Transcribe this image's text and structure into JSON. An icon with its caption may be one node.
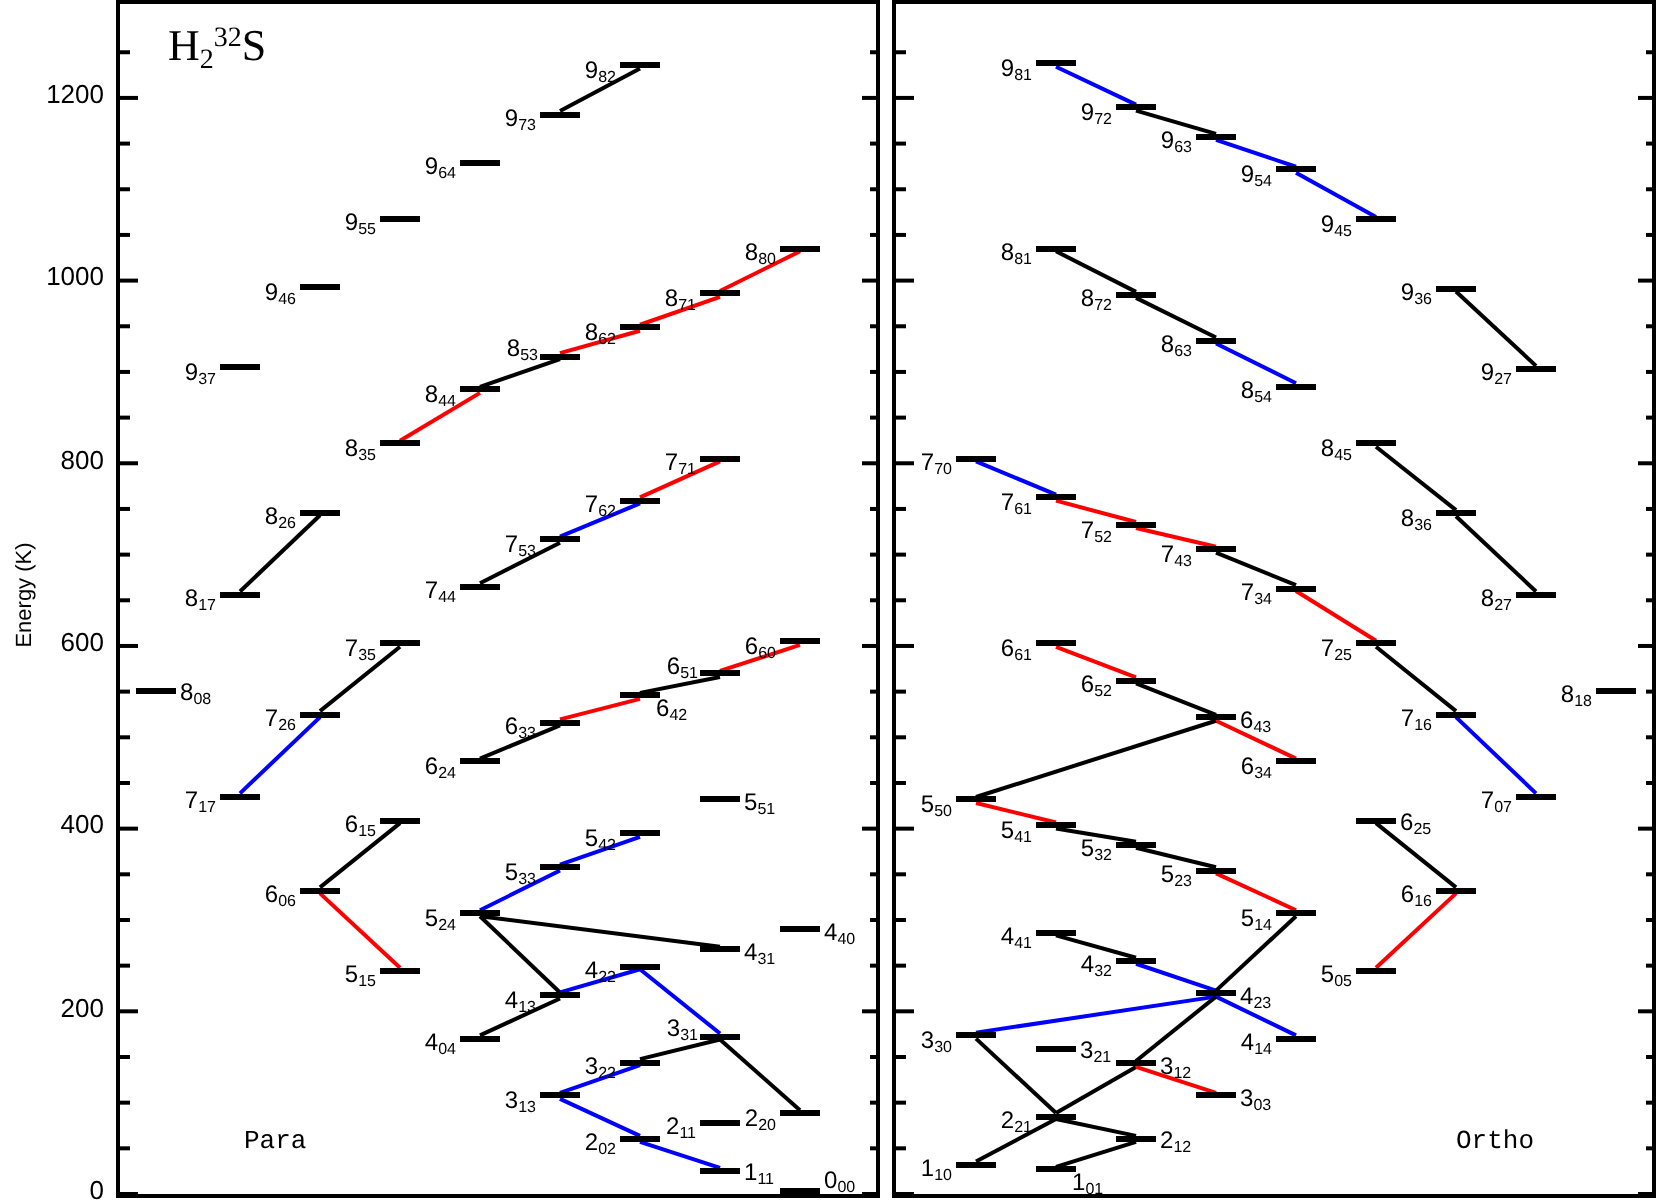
{
  "diagram": {
    "title": "H$_{2}$$^{32}$S",
    "nodes": [
      {
        "text": [
          "Para"
        ]
      },
      {
        "text": [
          "Ortho"
        ]
      },
      {
        "text": [],
        "shape": "bar",
        "in": 0,
        "beside": [
          "8$_{08}$"
        ]
      },
      {
        "text": [],
        "shape": "bar",
        "in": 0,
        "beside": [
          "9$_{37}$"
        ]
      },
      {
        "text": [],
        "shape": "bar",
        "in": 0,
        "beside": [
          "8$_{17}$"
        ]
      },
      {
        "text": [],
        "shape": "bar",
        "in": 0,
        "beside": [
          "7$_{17}$"
        ]
      },
      {
        "text": [],
        "shape": "bar",
        "in": 0,
        "beside": [
          "9$_{46}$"
        ]
      },
      {
        "text": [],
        "shape": "bar",
        "in": 0,
        "beside": [
          "8$_{26}$"
        ]
      },
      {
        "text": [],
        "shape": "bar",
        "in": 0,
        "beside": [
          "7$_{26}$"
        ]
      },
      {
        "text": [],
        "shape": "bar",
        "in": 0,
        "beside": [
          "6$_{06}$"
        ]
      },
      {
        "text": [],
        "shape": "bar",
        "in": 0,
        "beside": [
          "9$_{55}$"
        ]
      },
      {
        "text": [],
        "shape": "bar",
        "in": 0,
        "beside": [
          "8$_{35}$"
        ]
      },
      {
        "text": [],
        "shape": "bar",
        "in": 0,
        "beside": [
          "7$_{35}$"
        ]
      },
      {
        "text": [],
        "shape": "bar",
        "in": 0,
        "beside": [
          "6$_{15}$"
        ]
      },
      {
        "text": [],
        "shape": "bar",
        "in": 0,
        "beside": [
          "5$_{15}$"
        ]
      },
      {
        "text": [],
        "shape": "bar",
        "in": 0,
        "beside": [
          "9$_{64}$"
        ]
      },
      {
        "text": [],
        "shape": "bar",
        "in": 0,
        "beside": [
          "8$_{44}$"
        ]
      },
      {
        "text": [],
        "shape": "bar",
        "in": 0,
        "beside": [
          "7$_{44}$"
        ]
      },
      {
        "text": [],
        "shape": "bar",
        "in": 0,
        "beside": [
          "6$_{24}$"
        ]
      },
      {
        "text": [],
        "shape": "bar",
        "in": 0,
        "beside": [
          "5$_{24}$"
        ]
      },
      {
        "text": [],
        "shape": "bar",
        "in": 0,
        "beside": [
          "4$_{04}$"
        ]
      },
      {
        "text": [],
        "shape": "bar",
        "in": 0,
        "beside": [
          "9$_{73}$"
        ]
      },
      {
        "text": [],
        "shape": "bar",
        "in": 0,
        "beside": [
          "8$_{53}$"
        ]
      },
      {
        "text": [],
        "shape": "bar",
        "in": 0,
        "beside": [
          "7$_{53}$"
        ]
      },
      {
        "text": [],
        "shape": "bar",
        "in": 0,
        "beside": [
          "6$_{33}$"
        ]
      },
      {
        "text": [],
        "shape": "bar",
        "in": 0,
        "beside": [
          "5$_{33}$"
        ]
      },
      {
        "text": [],
        "shape": "bar",
        "in": 0,
        "beside": [
          "4$_{13}$"
        ]
      },
      {
        "text": [],
        "shape": "bar",
        "in": 0,
        "beside": [
          "3$_{13}$"
        ]
      },
      {
        "text": [],
        "shape": "bar",
        "in": 0,
        "beside": [
          "9$_{82}$"
        ]
      },
      {
        "text": [],
        "shape": "bar",
        "in": 0,
        "beside": [
          "8$_{62}$"
        ]
      },
      {
        "text": [],
        "shape": "bar",
        "in": 0,
        "beside": [
          "7$_{62}$"
        ]
      },
      {
        "text": [],
        "shape": "bar",
        "in": 0,
        "beside": [
          "6$_{42}$"
        ]
      },
      {
        "text": [],
        "shape": "bar",
        "in": 0,
        "beside": [
          "5$_{42}$"
        ]
      },
      {
        "text": [],
        "shape": "bar",
        "in": 0,
        "beside": [
          "4$_{22}$"
        ]
      },
      {
        "text": [],
        "shape": "bar",
        "in": 0,
        "beside": [
          "3$_{22}$"
        ]
      },
      {
        "text": [],
        "shape": "bar",
        "in": 0,
        "beside": [
          "2$_{02}$"
        ]
      },
      {
        "text": [],
        "shape": "bar",
        "in": 0,
        "beside": [
          "8$_{71}$"
        ]
      },
      {
        "text": [],
        "shape": "bar",
        "in": 0,
        "beside": [
          "7$_{71}$"
        ]
      },
      {
        "text": [],
        "shape": "bar",
        "in": 0,
        "beside": [
          "6$_{51}$"
        ]
      },
      {
        "text": [],
        "shape": "bar",
        "in": 0,
        "beside": [
          "5$_{51}$"
        ]
      },
      {
        "text": [],
        "shape": "bar",
        "in": 0,
        "beside": [
          "4$_{31}$"
        ]
      },
      {
        "text": [],
        "shape": "bar",
        "in": 0,
        "beside": [
          "3$_{31}$"
        ]
      },
      {
        "text": [],
        "shape": "bar",
        "in": 0,
        "beside": [
          "2$_{11}$"
        ]
      },
      {
        "text": [],
        "shape": "bar",
        "in": 0,
        "beside": [
          "1$_{11}$"
        ]
      },
      {
        "text": [],
        "shape": "bar",
        "in": 0,
        "beside": [
          "8$_{80}$"
        ]
      },
      {
        "text": [],
        "shape": "bar",
        "in": 0,
        "beside": [
          "6$_{60}$"
        ]
      },
      {
        "text": [],
        "shape": "bar",
        "in": 0,
        "beside": [
          "4$_{40}$"
        ]
      },
      {
        "text": [],
        "shape": "bar",
        "in": 0,
        "beside": [
          "2$_{20}$"
        ]
      },
      {
        "text": [],
        "shape": "bar",
        "in": 0,
        "beside": [
          "0$_{00}$"
        ]
      },
      {
        "text": [],
        "shape": "bar",
        "in": 1,
        "beside": [
          "7$_{70}$"
        ]
      },
      {
        "text": [],
        "shape": "bar",
        "in": 1,
        "beside": [
          "5$_{50}$"
        ]
      },
      {
        "text": [],
        "shape": "bar",
        "in": 1,
        "beside": [
          "3$_{30}$"
        ]
      },
      {
        "text": [],
        "shape": "bar",
        "in": 1,
        "beside": [
          "1$_{10}$"
        ]
      },
      {
        "text": [],
        "shape": "bar",
        "in": 1,
        "beside": [
          "9$_{81}$"
        ]
      },
      {
        "text": [],
        "shape": "bar",
        "in": 1,
        "beside": [
          "8$_{81}$"
        ]
      },
      {
        "text": [],
        "shape": "bar",
        "in": 1,
        "beside": [
          "7$_{61}$"
        ]
      },
      {
        "text": [],
        "shape": "bar",
        "in": 1,
        "beside": [
          "6$_{61}$"
        ]
      },
      {
        "text": [],
        "shape": "bar",
        "in": 1,
        "beside": [
          "5$_{41}$"
        ]
      },
      {
        "text": [],
        "shape": "bar",
        "in": 1,
        "beside": [
          "4$_{41}$"
        ]
      },
      {
        "text": [],
        "shape": "bar",
        "in": 1,
        "beside": [
          "3$_{21}$"
        ]
      },
      {
        "text": [],
        "shape": "bar",
        "in": 1,
        "beside": [
          "2$_{21}$"
        ]
      },
      {
        "text": [],
        "shape": "bar",
        "in": 1,
        "beside": [
          "1$_{01}$"
        ]
      },
      {
        "text": [],
        "shape": "bar",
        "in": 1,
        "beside": [
          "9$_{72}$"
        ]
      },
      {
        "text": [],
        "shape": "bar",
        "in": 1,
        "beside": [
          "8$_{72}$"
        ]
      },
      {
        "text": [],
        "shape": "bar",
        "in": 1,
        "beside": [
          "7$_{52}$"
        ]
      },
      {
        "text": [],
        "shape": "bar",
        "in": 1,
        "beside": [
          "6$_{52}$"
        ]
      },
      {
        "text": [],
        "shape": "bar",
        "in": 1,
        "beside": [
          "5$_{32}$"
        ]
      },
      {
        "text": [],
        "shape": "bar",
        "in": 1,
        "beside": [
          "4$_{32}$"
        ]
      },
      {
        "text": [],
        "shape": "bar",
        "in": 1,
        "beside": [
          "3$_{12}$"
        ]
      },
      {
        "text": [],
        "shape": "bar",
        "in": 1,
        "beside": [
          "2$_{12}$"
        ]
      },
      {
        "text": [],
        "shape": "bar",
        "in": 1,
        "beside": [
          "9$_{63}$"
        ]
      },
      {
        "text": [],
        "shape": "bar",
        "in": 1,
        "beside": [
          "8$_{63}$"
        ]
      },
      {
        "text": [],
        "shape": "bar",
        "in": 1,
        "beside": [
          "7$_{43}$"
        ]
      },
      {
        "text": [],
        "shape": "bar",
        "in": 1,
        "beside": [
          "6$_{43}$"
        ]
      },
      {
        "text": [],
        "shape": "bar",
        "in": 1,
        "beside": [
          "5$_{23}$"
        ]
      },
      {
        "text": [],
        "shape": "bar",
        "in": 1,
        "beside": [
          "4$_{23}$"
        ]
      },
      {
        "text": [],
        "shape": "bar",
        "in": 1,
        "beside": [
          "3$_{03}$"
        ]
      },
      {
        "text": [],
        "shape": "bar",
        "in": 1,
        "beside": [
          "9$_{54}$"
        ]
      },
      {
        "text": [],
        "shape": "bar",
        "in": 1,
        "beside": [
          "8$_{54}$"
        ]
      },
      {
        "text": [],
        "shape": "bar",
        "in": 1,
        "beside": [
          "7$_{34}$"
        ]
      },
      {
        "text": [],
        "shape": "bar",
        "in": 1,
        "beside": [
          "6$_{34}$"
        ]
      },
      {
        "text": [],
        "shape": "bar",
        "in": 1,
        "beside": [
          "5$_{14}$"
        ]
      },
      {
        "text": [],
        "shape": "bar",
        "in": 1,
        "beside": [
          "4$_{14}$"
        ]
      },
      {
        "text": [],
        "shape": "bar",
        "in": 1,
        "beside": [
          "9$_{45}$"
        ]
      },
      {
        "text": [],
        "shape": "bar",
        "in": 1,
        "beside": [
          "8$_{45}$"
        ]
      },
      {
        "text": [],
        "shape": "bar",
        "in": 1,
        "beside": [
          "7$_{25}$"
        ]
      },
      {
        "text": [],
        "shape": "bar",
        "in": 1,
        "beside": [
          "6$_{25}$"
        ]
      },
      {
        "text": [],
        "shape": "bar",
        "in": 1,
        "beside": [
          "5$_{05}$"
        ]
      },
      {
        "text": [],
        "shape": "bar",
        "in": 1,
        "beside": [
          "9$_{36}$"
        ]
      },
      {
        "text": [],
        "shape": "bar",
        "in": 1,
        "beside": [
          "8$_{36}$"
        ]
      },
      {
        "text": [],
        "shape": "bar",
        "in": 1,
        "beside": [
          "7$_{16}$"
        ]
      },
      {
        "text": [],
        "shape": "bar",
        "in": 1,
        "beside": [
          "6$_{16}$"
        ]
      },
      {
        "text": [],
        "shape": "bar",
        "in": 1,
        "beside": [
          "9$_{27}$"
        ]
      },
      {
        "text": [],
        "shape": "bar",
        "in": 1,
        "beside": [
          "8$_{27}$"
        ]
      },
      {
        "text": [],
        "shape": "bar",
        "in": 1,
        "beside": [
          "7$_{07}$"
        ]
      },
      {
        "text": [],
        "shape": "bar",
        "in": 1,
        "beside": [
          "8$_{18}$"
        ]
      }
    ],
    "edges": [
      {
        "from": 21,
        "to": 28,
        "arrow": "none"
      },
      {
        "from": 11,
        "to": 16,
        "arrow": "none",
        "color": "#ff0000"
      },
      {
        "from": 16,
        "to": 22,
        "arrow": "none"
      },
      {
        "from": 22,
        "to": 29,
        "arrow": "none",
        "color": "#ff0000"
      },
      {
        "from": 29,
        "to": 36,
        "arrow": "none",
        "color": "#ff0000"
      },
      {
        "from": 36,
        "to": 44,
        "arrow": "none",
        "color": "#ff0000"
      },
      {
        "from": 4,
        "to": 7,
        "arrow": "none"
      },
      {
        "from": 17,
        "to": 23,
        "arrow": "none"
      },
      {
        "from": 23,
        "to": 30,
        "arrow": "none",
        "color": "#0000ff"
      },
      {
        "from": 30,
        "to": 37,
        "arrow": "none",
        "color": "#ff0000"
      },
      {
        "from": 5,
        "to": 8,
        "arrow": "none",
        "color": "#0000ff"
      },
      {
        "from": 8,
        "to": 12,
        "arrow": "none"
      },
      {
        "from": 18,
        "to": 24,
        "arrow": "none"
      },
      {
        "from": 24,
        "to": 31,
        "arrow": "none",
        "color": "#ff0000"
      },
      {
        "from": 31,
        "to": 38,
        "arrow": "none"
      },
      {
        "from": 38,
        "to": 45,
        "arrow": "none",
        "color": "#ff0000"
      },
      {
        "from": 9,
        "to": 13,
        "arrow": "none"
      },
      {
        "from": 9,
        "to": 14,
        "arrow": "none",
        "color": "#ff0000"
      },
      {
        "from": 19,
        "to": 25,
        "arrow": "none",
        "color": "#0000ff"
      },
      {
        "from": 25,
        "to": 32,
        "arrow": "none",
        "color": "#0000ff"
      },
      {
        "from": 19,
        "to": 40,
        "arrow": "none"
      },
      {
        "from": 19,
        "to": 26,
        "arrow": "none"
      },
      {
        "from": 20,
        "to": 26,
        "arrow": "none"
      },
      {
        "from": 26,
        "to": 33,
        "arrow": "none",
        "color": "#0000ff"
      },
      {
        "from": 33,
        "to": 41,
        "arrow": "none",
        "color": "#0000ff"
      },
      {
        "from": 27,
        "to": 34,
        "arrow": "none",
        "color": "#0000ff"
      },
      {
        "from": 34,
        "to": 41,
        "arrow": "none"
      },
      {
        "from": 27,
        "to": 35,
        "arrow": "none",
        "color": "#0000ff"
      },
      {
        "from": 35,
        "to": 43,
        "arrow": "none",
        "color": "#0000ff"
      },
      {
        "from": 41,
        "to": 47,
        "arrow": "none"
      },
      {
        "from": 53,
        "to": 62,
        "arrow": "none",
        "color": "#0000ff"
      },
      {
        "from": 62,
        "to": 70,
        "arrow": "none"
      },
      {
        "from": 70,
        "to": 77,
        "arrow": "none",
        "color": "#0000ff"
      },
      {
        "from": 77,
        "to": 83,
        "arrow": "none",
        "color": "#0000ff"
      },
      {
        "from": 54,
        "to": 63,
        "arrow": "none"
      },
      {
        "from": 63,
        "to": 71,
        "arrow": "none"
      },
      {
        "from": 71,
        "to": 78,
        "arrow": "none",
        "color": "#0000ff"
      },
      {
        "from": 88,
        "to": 92,
        "arrow": "none"
      },
      {
        "from": 49,
        "to": 55,
        "arrow": "none",
        "color": "#0000ff"
      },
      {
        "from": 55,
        "to": 64,
        "arrow": "none",
        "color": "#ff0000"
      },
      {
        "from": 64,
        "to": 72,
        "arrow": "none",
        "color": "#ff0000"
      },
      {
        "from": 72,
        "to": 79,
        "arrow": "none"
      },
      {
        "from": 79,
        "to": 85,
        "arrow": "none",
        "color": "#ff0000"
      },
      {
        "from": 84,
        "to": 89,
        "arrow": "none"
      },
      {
        "from": 89,
        "to": 93,
        "arrow": "none"
      },
      {
        "from": 85,
        "to": 90,
        "arrow": "none"
      },
      {
        "from": 90,
        "to": 94,
        "arrow": "none",
        "color": "#0000ff"
      },
      {
        "from": 56,
        "to": 65,
        "arrow": "none",
        "color": "#ff0000"
      },
      {
        "from": 65,
        "to": 73,
        "arrow": "none"
      },
      {
        "from": 73,
        "to": 80,
        "arrow": "none",
        "color": "#ff0000"
      },
      {
        "from": 50,
        "to": 73,
        "arrow": "none"
      },
      {
        "from": 50,
        "to": 57,
        "arrow": "none",
        "color": "#ff0000"
      },
      {
        "from": 57,
        "to": 66,
        "arrow": "none"
      },
      {
        "from": 66,
        "to": 74,
        "arrow": "none"
      },
      {
        "from": 74,
        "to": 81,
        "arrow": "none",
        "color": "#ff0000"
      },
      {
        "from": 86,
        "to": 91,
        "arrow": "none"
      },
      {
        "from": 91,
        "to": 87,
        "arrow": "none",
        "color": "#ff0000"
      },
      {
        "from": 58,
        "to": 67,
        "arrow": "none"
      },
      {
        "from": 67,
        "to": 75,
        "arrow": "none",
        "color": "#0000ff"
      },
      {
        "from": 75,
        "to": 82,
        "arrow": "none",
        "color": "#0000ff"
      },
      {
        "from": 51,
        "to": 75,
        "arrow": "none",
        "color": "#0000ff"
      },
      {
        "from": 51,
        "to": 60,
        "arrow": "none"
      },
      {
        "from": 60,
        "to": 69,
        "arrow": "none"
      },
      {
        "from": 52,
        "to": 60,
        "arrow": "none"
      },
      {
        "from": 60,
        "to": 68,
        "arrow": "none"
      },
      {
        "from": 68,
        "to": 75,
        "arrow": "none"
      },
      {
        "from": 75,
        "to": 81,
        "arrow": "none"
      },
      {
        "from": 68,
        "to": 76,
        "arrow": "none",
        "color": "#ff0000"
      },
      {
        "from": 61,
        "to": 69,
        "arrow": "none"
      }
    ],
    "labels": [
      "Energy (K)",
      "1200",
      "1000",
      "800",
      "600",
      "400",
      "200",
      "0"
    ]
  }
}
